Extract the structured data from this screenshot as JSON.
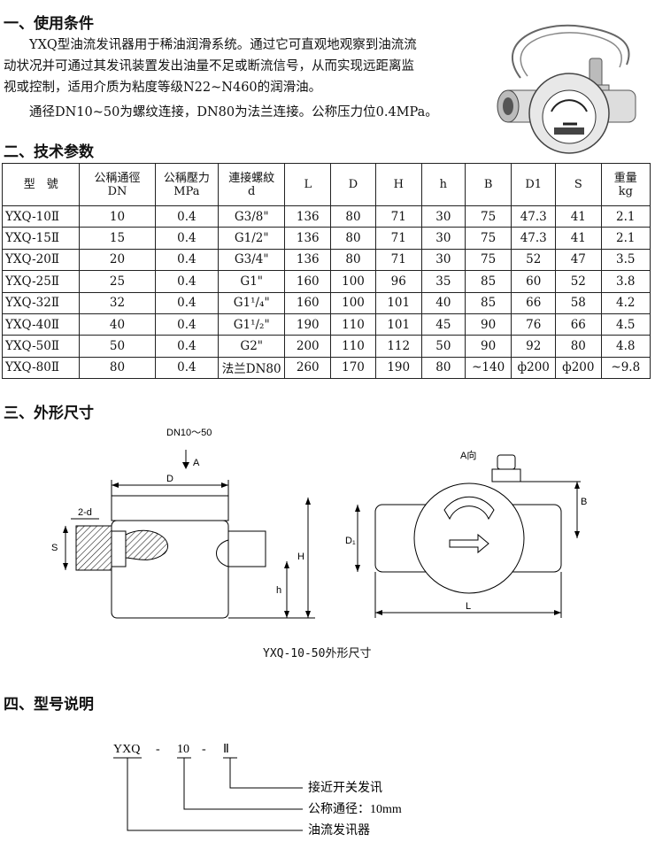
{
  "sections": {
    "usage": "一、使用条件",
    "params": "二、技术参数",
    "dims": "三、外形尺寸",
    "model": "四、型号说明"
  },
  "usage_text": {
    "p1_l1": "YXQ型油流发讯器用于稀油润滑系统。通过它可直观地观察到油流流",
    "p1_l2": "动状况并可通过其发讯装置发出油量不足或断流信号，从而实现远距离监",
    "p1_l3": "视或控制，适用介质为粘度等级N22~N460的润滑油。",
    "p2": "通径DN10~50为螺纹连接，DN80为法兰连接。公称压力位0.4MPa。"
  },
  "table": {
    "headers": [
      [
        "型　號",
        ""
      ],
      [
        "公稱通徑",
        "DN"
      ],
      [
        "公稱壓力",
        "MPa"
      ],
      [
        "連接螺紋",
        "d"
      ],
      [
        "L",
        ""
      ],
      [
        "D",
        ""
      ],
      [
        "H",
        ""
      ],
      [
        "h",
        ""
      ],
      [
        "B",
        ""
      ],
      [
        "D1",
        ""
      ],
      [
        "S",
        ""
      ],
      [
        "重量",
        "kg"
      ]
    ],
    "rows": [
      [
        "YXQ-10Ⅱ",
        "10",
        "0.4",
        "G3/8\"",
        "136",
        "80",
        "71",
        "30",
        "75",
        "47.3",
        "41",
        "2.1"
      ],
      [
        "YXQ-15Ⅱ",
        "15",
        "0.4",
        "G1/2\"",
        "136",
        "80",
        "71",
        "30",
        "75",
        "47.3",
        "41",
        "2.1"
      ],
      [
        "YXQ-20Ⅱ",
        "20",
        "0.4",
        "G3/4\"",
        "136",
        "80",
        "71",
        "30",
        "75",
        "52",
        "47",
        "3.5"
      ],
      [
        "YXQ-25Ⅱ",
        "25",
        "0.4",
        "G1\"",
        "160",
        "100",
        "96",
        "35",
        "85",
        "60",
        "52",
        "3.8"
      ],
      [
        "YXQ-32Ⅱ",
        "32",
        "0.4",
        "G1¹/₄\"",
        "160",
        "100",
        "101",
        "40",
        "85",
        "66",
        "58",
        "4.2"
      ],
      [
        "YXQ-40Ⅱ",
        "40",
        "0.4",
        "G1¹/₂\"",
        "190",
        "110",
        "101",
        "45",
        "90",
        "76",
        "66",
        "4.5"
      ],
      [
        "YXQ-50Ⅱ",
        "50",
        "0.4",
        "G2\"",
        "200",
        "110",
        "112",
        "50",
        "90",
        "92",
        "80",
        "4.8"
      ],
      [
        "YXQ-80Ⅱ",
        "80",
        "0.4",
        "法兰DN80",
        "260",
        "170",
        "190",
        "80",
        "~140",
        "ф200",
        "ф200",
        "~9.8"
      ]
    ]
  },
  "drawing": {
    "dn_label": "DN10～50",
    "arrow_a": "A",
    "d_label": "D",
    "thread_label": "2-d",
    "s_label": "S",
    "h_upper": "H",
    "h_lower": "h",
    "a_view": "A向",
    "b_label": "B",
    "d1_label": "D₁",
    "l_label": "L",
    "caption": "YXQ-10-50外形尺寸"
  },
  "model_code": {
    "part1": "YXQ",
    "dash1": "-",
    "part2": "10",
    "dash2": "-",
    "part3": "Ⅱ",
    "desc3": "接近开关发讯",
    "desc2": "公称通径：10mm",
    "desc1": "油流发讯器"
  }
}
